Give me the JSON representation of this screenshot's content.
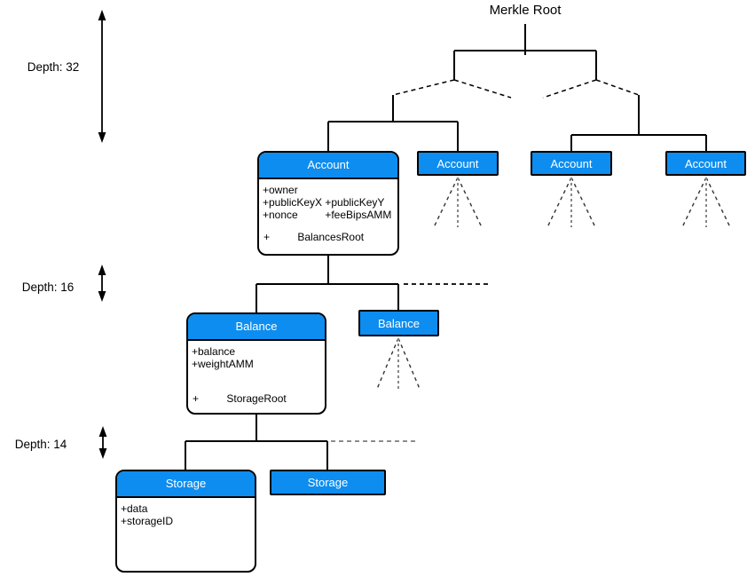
{
  "root_label": "Merkle Root",
  "depth_markers": [
    {
      "label": "Depth: 32"
    },
    {
      "label": "Depth: 16"
    },
    {
      "label": "Depth: 14"
    }
  ],
  "nodes": {
    "account": {
      "title": "Account",
      "field_owner": "+owner",
      "field_publicKeyX": "+publicKeyX",
      "field_publicKeyY": "+publicKeyY",
      "field_nonce": "+nonce",
      "field_feeBipsAMM": "+feeBipsAMM",
      "root_plus": "+",
      "root_name": "BalancesRoot"
    },
    "balance": {
      "title": "Balance",
      "field_balance": "+balance",
      "field_weightAMM": "+weightAMM",
      "root_plus": "+",
      "root_name": "StorageRoot"
    },
    "storage": {
      "title": "Storage",
      "field_data": "+data",
      "field_storageID": "+storageID"
    },
    "leaf_account": "Account",
    "leaf_balance": "Balance",
    "leaf_storage": "Storage"
  },
  "colors": {
    "header_blue": "#0d8df0",
    "border": "#000000",
    "dashed_gray": "#8c8c8c",
    "fan_dark": "#333333",
    "fan_mid": "#888888"
  }
}
